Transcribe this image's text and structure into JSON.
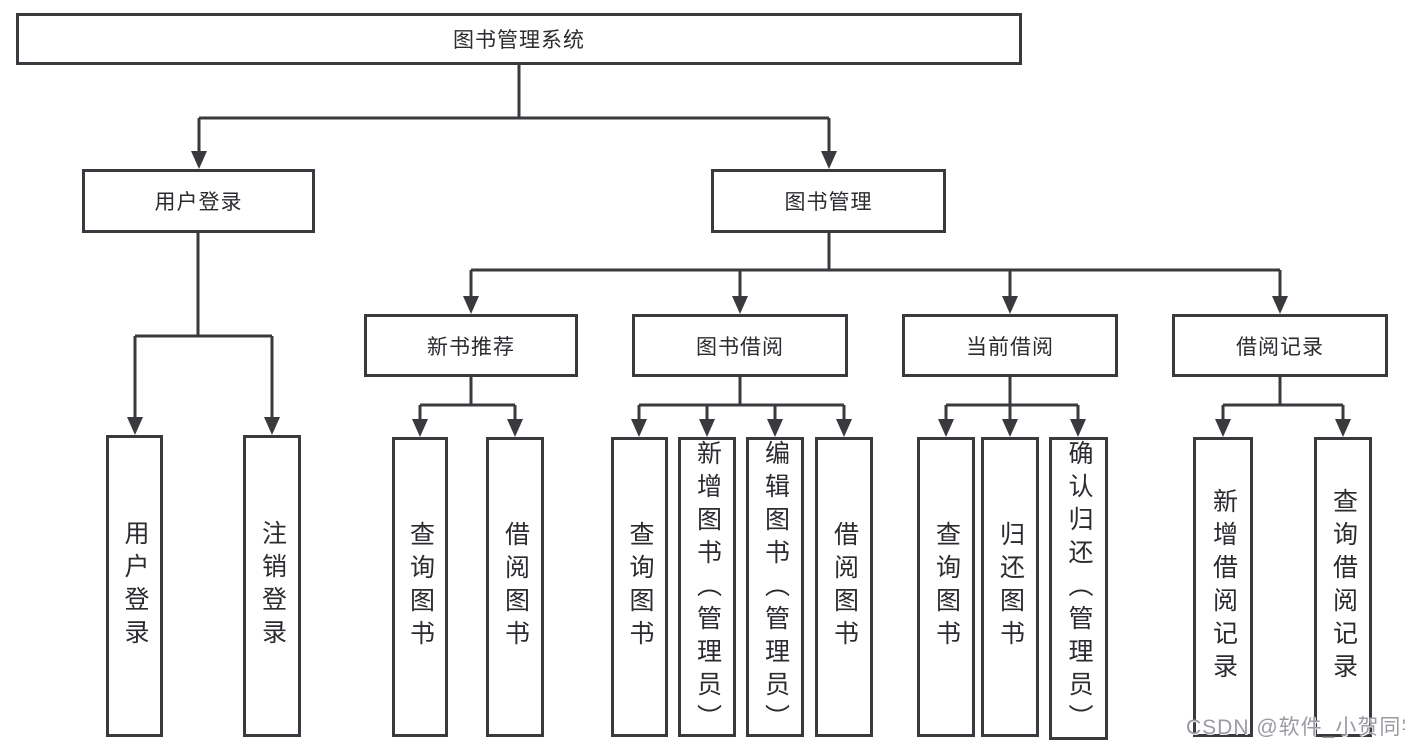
{
  "colors": {
    "line": "#3a3a3e",
    "text": "#2b2b30",
    "watermark_text": "#9a9aa2",
    "background": "#ffffff"
  },
  "watermark": "CSDN @软件_小贺同学",
  "tree": {
    "label": "图书管理系统",
    "children": [
      {
        "label": "用户登录",
        "children": [
          {
            "label": "用户登录"
          },
          {
            "label": "注销登录"
          }
        ]
      },
      {
        "label": "图书管理",
        "children": [
          {
            "label": "新书推荐",
            "children": [
              {
                "label": "查询图书"
              },
              {
                "label": "借阅图书"
              }
            ]
          },
          {
            "label": "图书借阅",
            "children": [
              {
                "label": "查询图书"
              },
              {
                "label": "新增图书（管理员）"
              },
              {
                "label": "编辑图书（管理员）"
              },
              {
                "label": "借阅图书"
              }
            ]
          },
          {
            "label": "当前借阅",
            "children": [
              {
                "label": "查询图书"
              },
              {
                "label": "归还图书"
              },
              {
                "label": "确认归还（管理员）"
              }
            ]
          },
          {
            "label": "借阅记录",
            "children": [
              {
                "label": "新增借阅记录"
              },
              {
                "label": "查询借阅记录"
              }
            ]
          }
        ]
      }
    ]
  }
}
